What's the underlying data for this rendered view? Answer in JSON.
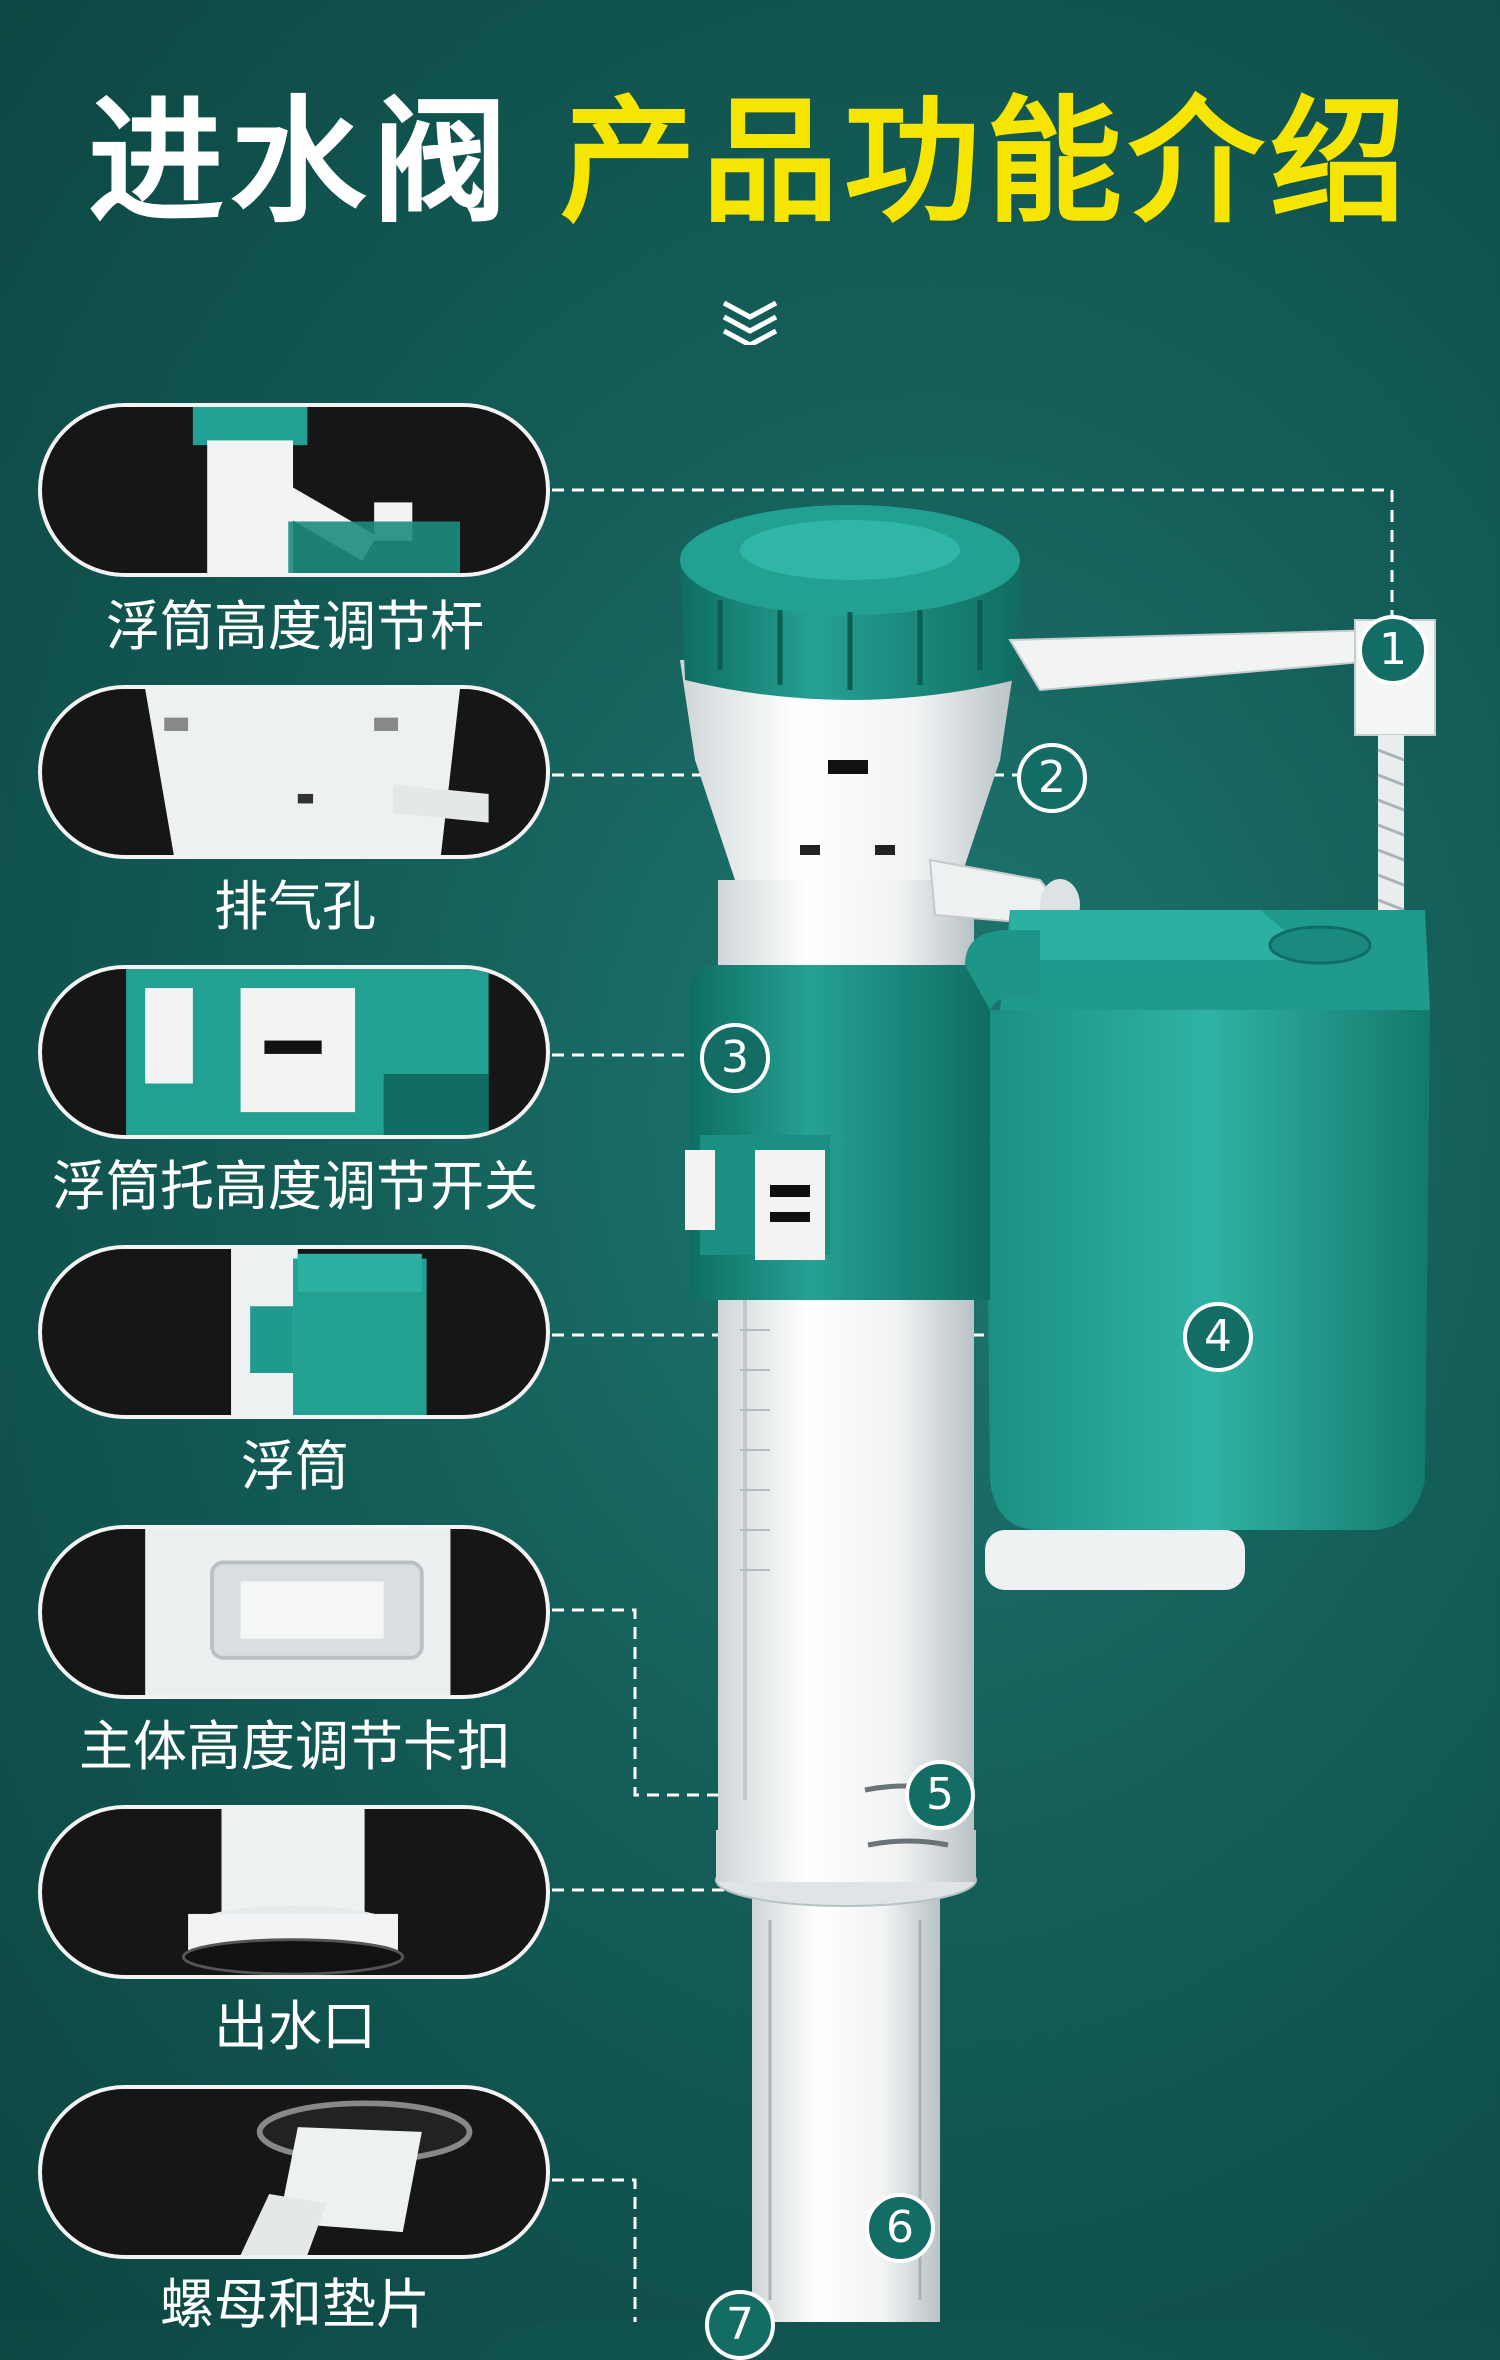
{
  "title": {
    "part1": "进水阀",
    "part2": "产品功能介绍"
  },
  "features": [
    {
      "num": "1",
      "label": "浮筒高度调节杆"
    },
    {
      "num": "2",
      "label": "排气孔"
    },
    {
      "num": "3",
      "label": "浮筒托高度调节开关"
    },
    {
      "num": "4",
      "label": "浮筒"
    },
    {
      "num": "5",
      "label": "主体高度调节卡扣"
    },
    {
      "num": "6",
      "label": "出水口"
    },
    {
      "num": "7",
      "label": "螺母和垫片"
    }
  ],
  "colors": {
    "background": "#145d58",
    "accent_teal": "#1a8a7e",
    "title_yellow": "#f6e500",
    "thumb_bg": "#161616"
  }
}
